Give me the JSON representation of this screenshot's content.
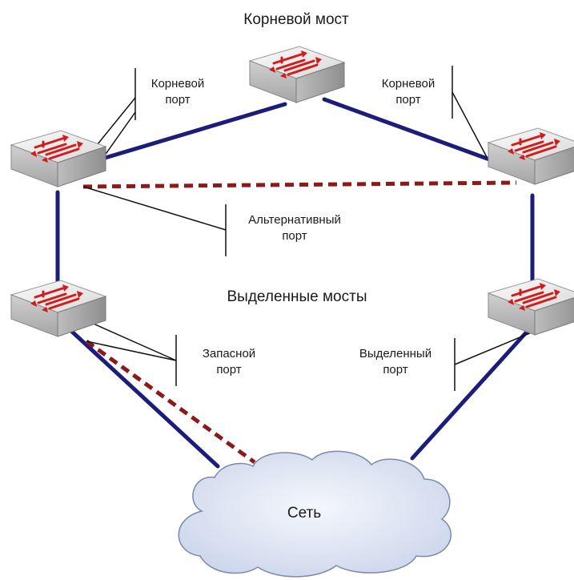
{
  "title_root_bridge": "Корневой мост",
  "title_designated_bridges": "Выделенные мосты",
  "labels": {
    "root_port_left": {
      "line1": "Корневой",
      "line2": "порт"
    },
    "root_port_right": {
      "line1": "Корневой",
      "line2": "порт"
    },
    "alternate_port": {
      "line1": "Альтернативный",
      "line2": "порт"
    },
    "backup_port": {
      "line1": "Запасной",
      "line2": "порт"
    },
    "designated_port": {
      "line1": "Выделенный",
      "line2": "порт"
    }
  },
  "network_label": "Сеть",
  "colors": {
    "link_active": "#1c1c7a",
    "link_blocked": "#8b1a1a",
    "switch_top": "#ebebeb",
    "switch_side": "#b9b9b9",
    "arrow": "#d21c1c",
    "cloud_fill": "#dfe6f4",
    "cloud_stroke": "#7c8aa8",
    "callout": "#111111"
  }
}
